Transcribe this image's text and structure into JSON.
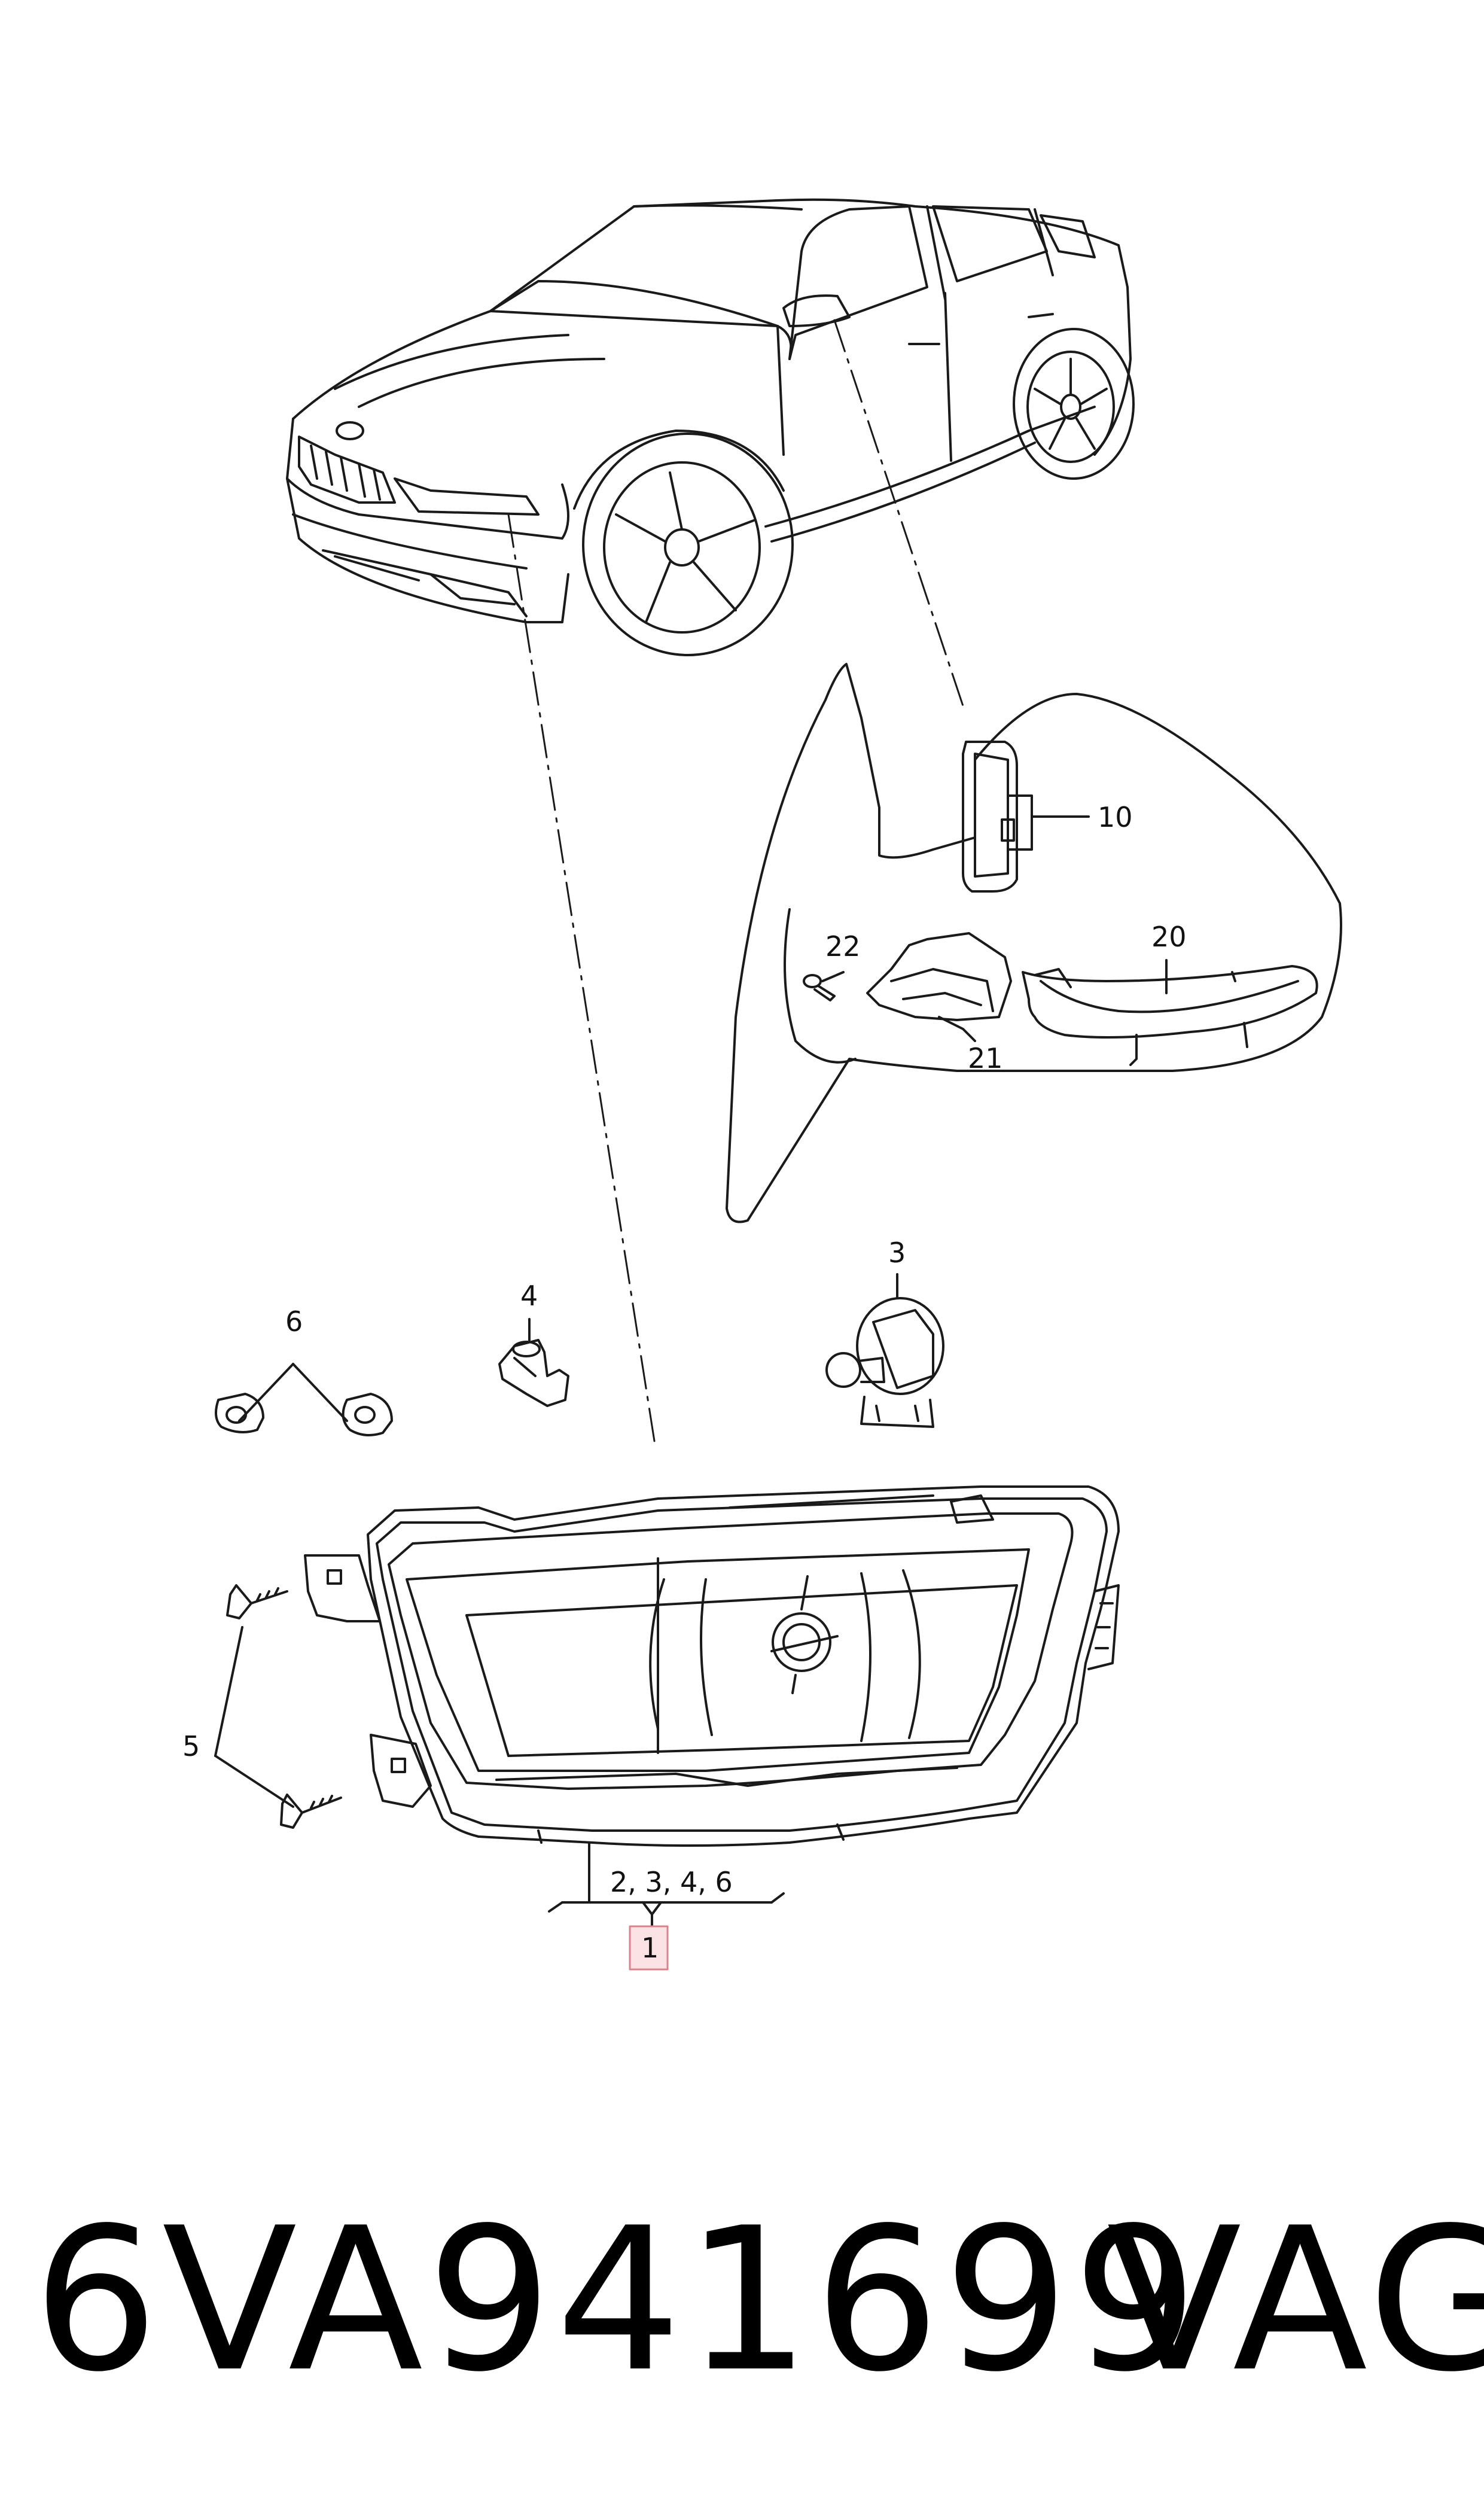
{
  "callouts": {
    "c1": "1",
    "c2346": "2, 3, 4, 6",
    "c3": "3",
    "c4": "4",
    "c5": "5",
    "c6": "6",
    "c10": "10",
    "c20": "20",
    "c21": "21",
    "c22": "22"
  },
  "footer": {
    "part_number": "6VA941699",
    "brand": "VAG"
  },
  "colors": {
    "line": "#1a1a1a",
    "highlight_fill": "#fbe3e5",
    "highlight_stroke": "#d9848c"
  }
}
